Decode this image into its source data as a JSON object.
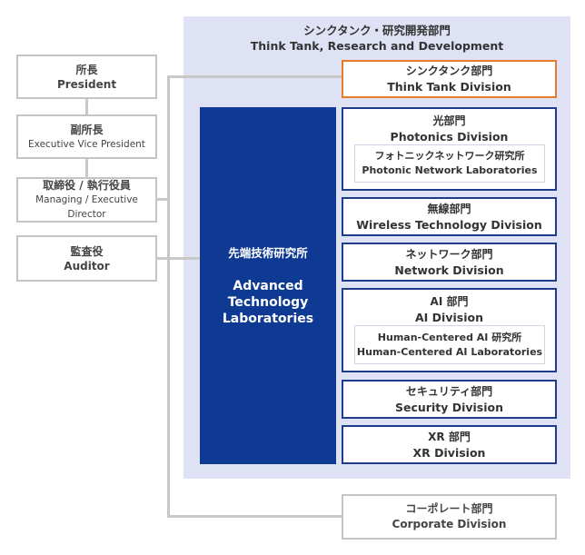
{
  "executives": [
    {
      "ja": "所長",
      "en": "President"
    },
    {
      "ja": "副所長",
      "en": "Executive Vice President"
    },
    {
      "ja": "取締役 / 執行役員",
      "en": "Managing / Executive Director"
    },
    {
      "ja": "監査役",
      "en": "Auditor"
    }
  ],
  "think_tank": {
    "title_ja": "シンクタンク・研究開発部門",
    "title_en": "Think Tank, Research and Development",
    "division": {
      "ja": "シンクタンク部門",
      "en": "Think Tank Division"
    }
  },
  "atl": {
    "ja": "先端技術研究所",
    "en": "Advanced Technology Laboratories"
  },
  "divisions": {
    "photonics": {
      "ja": "光部門",
      "en": "Photonics Division",
      "lab": {
        "ja": "フォトニックネットワーク研究所",
        "en": "Photonic Network Laboratories"
      }
    },
    "wireless": {
      "ja": "無線部門",
      "en": "Wireless Technology Division"
    },
    "network": {
      "ja": "ネットワーク部門",
      "en": "Network Division"
    },
    "ai": {
      "ja": "AI 部門",
      "en": "AI Division",
      "lab": {
        "ja": "Human-Centered AI 研究所",
        "en": "Human-Centered AI Laboratories"
      }
    },
    "security": {
      "ja": "セキュリティ部門",
      "en": "Security Division"
    },
    "xr": {
      "ja": "XR 部門",
      "en": "XR Division"
    }
  },
  "corporate": {
    "ja": "コーポレート部門",
    "en": "Corporate Division"
  },
  "colors": {
    "panel_bg": "#dfe2f4",
    "atl_blue": "#0f3a93",
    "division_border": "#1f3c8a",
    "highlight_border": "#e87a2a",
    "exec_border": "#c4c4c4",
    "connector": "#c8c8c8"
  }
}
